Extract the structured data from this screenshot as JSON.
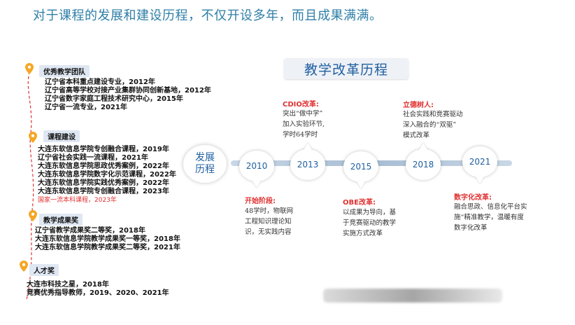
{
  "intro_text": "对于课程的发展和建设历程，不仅开设多年，而且成果满满。",
  "colors": {
    "intro": "#2f7fa8",
    "accent_red": "#e03131",
    "pin_orange": "#f5a623",
    "header_bg": "#dfe7f3",
    "node_text": "#1f5fa0"
  },
  "icons": {
    "pin": "map-pin-icon"
  },
  "left": {
    "sections": [
      {
        "title": "优秀教学团队",
        "items": [
          "辽宁省本科重点建设专业，2012年",
          "辽宁省高等学校对接产业集群协同创新基地，2012年",
          "辽宁省数字家庭工程技术研究中心，2015年",
          "辽宁省一流专业，2021年"
        ]
      },
      {
        "title": "课程建设",
        "items": [
          "大连东软信息学院专创融合课程，2019年",
          "辽宁省社会实践一流课程，2021年",
          "大连东软信息学院思政优秀案例，2022年",
          "大连东软信息学院数字化示范课程，2022年",
          "大连东软信息学院实践优秀案例，2022年",
          "大连东软信息学院专创融合课程，2023年"
        ],
        "highlight": "国家一流本科课程，2023年"
      },
      {
        "title": "教学成果奖",
        "items": [
          "辽宁省教学成果奖二等奖，2018年",
          "大连东软信息学院教学成果奖一等奖，2018年",
          "大连东软信息学院教学成果奖二等奖，2021年"
        ]
      },
      {
        "title": "人才奖",
        "items": [
          "大连市科技之星，2018年",
          "竞赛优秀指导教师，2019、2020、2021年"
        ]
      }
    ]
  },
  "timeline": {
    "banner": "教学改革历程",
    "start_line1": "发展",
    "start_line2": "历程",
    "years": [
      "2010",
      "2013",
      "2015",
      "2018",
      "2021"
    ],
    "events": {
      "e2010": {
        "title": "开始阶段:",
        "lines": [
          "48学时，物联网",
          "工程知识理论知",
          "识，无实践内容"
        ]
      },
      "e2013": {
        "title": "CDIO改革:",
        "lines": [
          "突出“做中学”",
          "加入实验环节,",
          "学时64学时"
        ]
      },
      "e2015": {
        "title": "OBE改革:",
        "lines": [
          "以成果为导向，基",
          "于竞赛驱动的教学",
          "实施方式改革"
        ]
      },
      "e2018": {
        "title": "立德树人:",
        "lines": [
          "社会实践和竞赛驱动",
          "深入融合的“双驱”",
          "模式改革"
        ]
      },
      "e2021": {
        "title": "数字化改革:",
        "lines": [
          "融合思政、信息化平台实",
          "施“精准教学，温暖有度",
          "数字化改革"
        ]
      }
    }
  }
}
